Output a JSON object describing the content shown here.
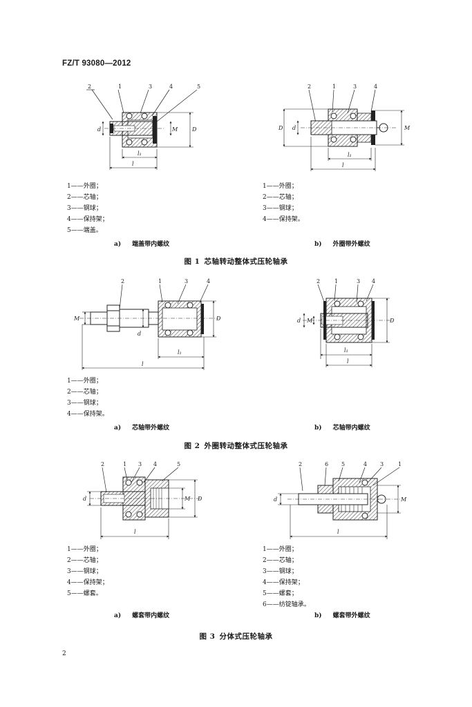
{
  "header": {
    "standard_code": "FZ/T 93080—2012"
  },
  "page_number": "2",
  "figures": [
    {
      "caption_number": "图 1",
      "caption_text": "芯轴转动整体式压轮轴承",
      "subfigures": [
        {
          "letter": "a)",
          "caption": "端盖带内螺纹",
          "callouts": [
            "2",
            "1",
            "3",
            "4",
            "5"
          ],
          "dims": {
            "d": "d",
            "M": "M",
            "D": "D",
            "l1": "l₁",
            "l": "l"
          },
          "legend": [
            "1——外圈；",
            "2——芯轴；",
            "3——钢球；",
            "4——保持架；",
            "5——端盖。"
          ]
        },
        {
          "letter": "b)",
          "caption": "外圈带外螺纹",
          "callouts": [
            "2",
            "1",
            "3",
            "4"
          ],
          "dims": {
            "d": "d",
            "M": "M",
            "D": "D",
            "l1": "l₁",
            "l": "l"
          },
          "legend": [
            "1——外圈；",
            "2——芯轴；",
            "3——钢球；",
            "4——保持架。"
          ]
        }
      ]
    },
    {
      "caption_number": "图 2",
      "caption_text": "外圈转动整体式压轮轴承",
      "subfigures": [
        {
          "letter": "a)",
          "caption": "芯轴带外螺纹",
          "callouts": [
            "2",
            "1",
            "3",
            "4"
          ],
          "dims": {
            "d": "d",
            "M": "M",
            "D": "D",
            "l1": "l₁",
            "l": "l"
          },
          "legend": [
            "1——外圈；",
            "2——芯轴；",
            "3——钢球；",
            "4——保持架。"
          ]
        },
        {
          "letter": "b)",
          "caption": "芯轴带内螺纹",
          "callouts": [
            "2",
            "1",
            "3",
            "4"
          ],
          "dims": {
            "d": "d",
            "M": "M",
            "D": "D",
            "l1": "l₁",
            "l": "l"
          },
          "legend": []
        }
      ]
    },
    {
      "caption_number": "图 3",
      "caption_text": "分体式压轮轴承",
      "subfigures": [
        {
          "letter": "a)",
          "caption": "螺套带内螺纹",
          "callouts": [
            "2",
            "1",
            "3",
            "4",
            "5"
          ],
          "dims": {
            "d": "d",
            "M": "M",
            "D": "D",
            "l": "l"
          },
          "legend": [
            "1——外圈；",
            "2——芯轴；",
            "3——钢球；",
            "4——保持架；",
            "5——螺套。"
          ]
        },
        {
          "letter": "b)",
          "caption": "螺套带外螺纹",
          "callouts": [
            "2",
            "6",
            "5",
            "4",
            "3",
            "1"
          ],
          "dims": {
            "d": "d",
            "M": "M",
            "l": "l"
          },
          "legend": [
            "1——外圈；",
            "2——芯轴；",
            "3——钢球；",
            "4——保持架；",
            "5——螺套；",
            "6——纺锭轴承。"
          ]
        }
      ]
    }
  ]
}
